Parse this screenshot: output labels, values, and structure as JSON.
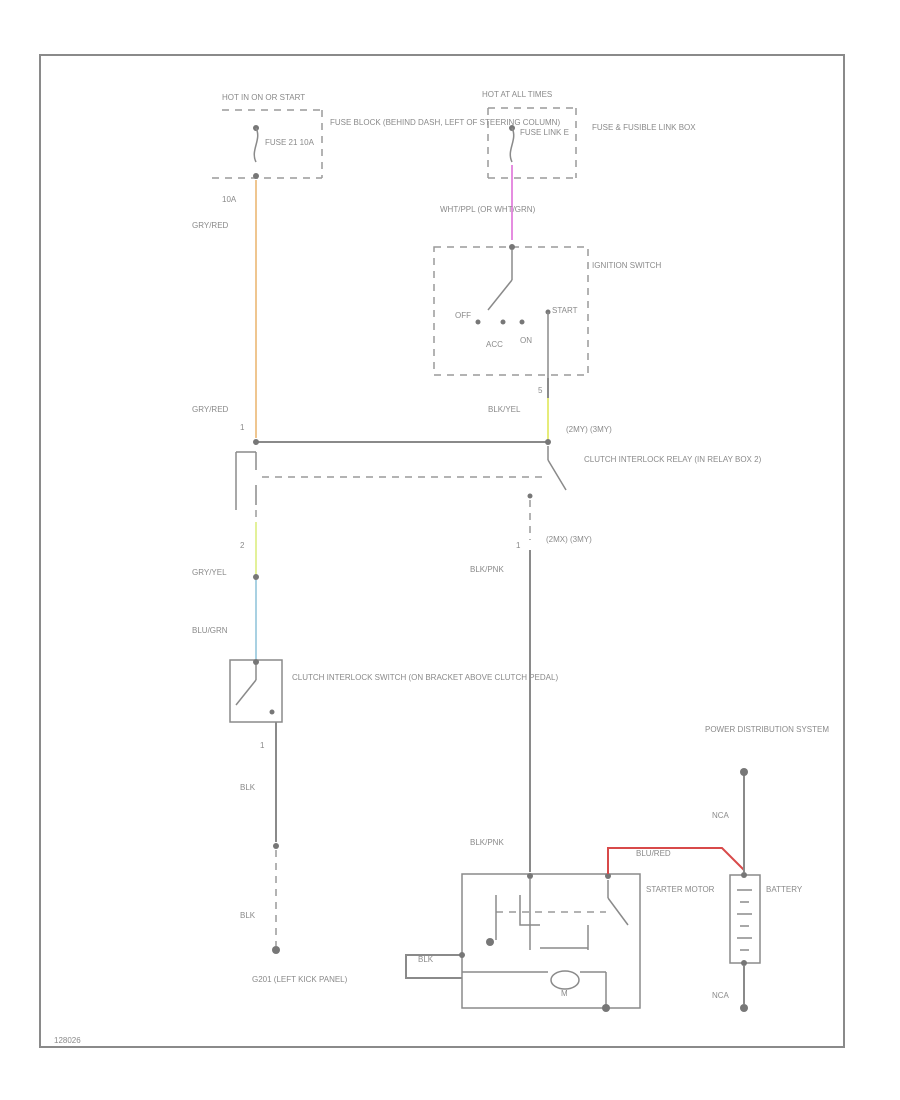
{
  "diagram_id": "128026",
  "fuse_block": {
    "hot_label": "HOT IN ON OR START",
    "fuse_label": "FUSE 21 10A",
    "location": "FUSE BLOCK (BEHIND DASH, LEFT OF STEERING COLUMN)",
    "wire_marker": "10A"
  },
  "fusible_link": {
    "hot_label": "HOT AT ALL TIMES",
    "fuse_label": "FUSE LINK E",
    "location": "FUSE & FUSIBLE LINK BOX"
  },
  "ignition_switch": {
    "feed_wire": "WHT/PPL (OR WHT/GRN)",
    "name": "IGNITION SWITCH",
    "positions": {
      "off": "OFF",
      "acc": "ACC",
      "on": "ON",
      "start": "START"
    },
    "out_pin": "5"
  },
  "relay": {
    "name": "CLUTCH INTERLOCK RELAY (IN RELAY BOX 2)",
    "pin_top": "(2MY) (3MY)",
    "pin_bottom": "(2MX) (3MY)",
    "left_pin_top": "1",
    "left_pin_bottom": "2",
    "right_pin_bottom": "1"
  },
  "wires": {
    "gry_red_top": "GRY/RED",
    "gry_red_mid": "GRY/RED",
    "blk_yel": "BLK/YEL",
    "gry_yel": "GRY/YEL",
    "blu_grn": "BLU/GRN",
    "blk_pnk_mid": "BLK/PNK",
    "blk_pnk_low": "BLK/PNK",
    "blk_upper": "BLK",
    "blk_lower": "BLK",
    "blk_motor": "BLK",
    "blu_red": "BLU/RED",
    "ncs_top": "NCA",
    "ncs_bottom": "NCA"
  },
  "clutch_switch": {
    "name": "CLUTCH INTERLOCK SWITCH (ON BRACKET ABOVE CLUTCH PEDAL)",
    "pin": "1"
  },
  "ground": {
    "label": "G201 (LEFT KICK PANEL)"
  },
  "starter": {
    "name": "STARTER MOTOR",
    "motor_symbol": "M"
  },
  "battery": {
    "name": "BATTERY"
  },
  "power_dist": {
    "name": "POWER DISTRIBUTION SYSTEM"
  },
  "colors": {
    "pink": "#e58de0",
    "orange": "#efc690",
    "yellow": "#e6ec7a",
    "yellow_green": "#e3f19a",
    "light_blue": "#a9d1e2",
    "red": "#d84a4a",
    "line": "#8a8a8a"
  }
}
